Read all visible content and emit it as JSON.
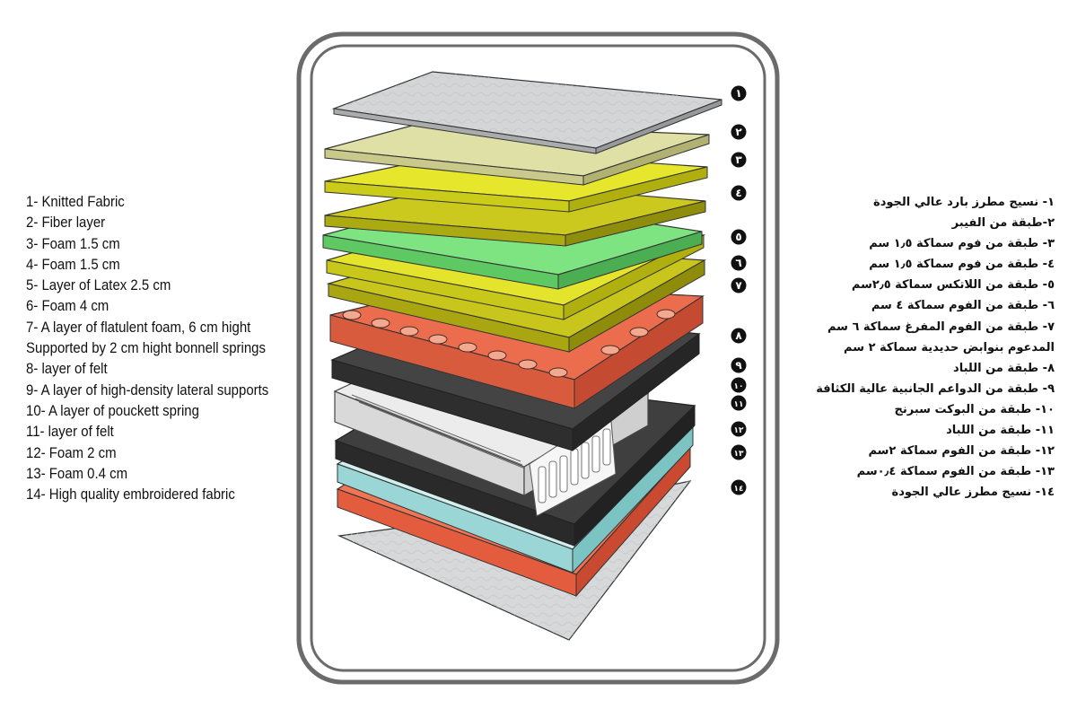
{
  "english_legend": [
    "1- Knitted Fabric",
    "2- Fiber layer",
    "3- Foam 1.5 cm",
    "4- Foam 1.5 cm",
    "5- Layer of Latex 2.5 cm",
    "6- Foam 4 cm",
    "7- A layer of flatulent foam, 6 cm hight",
    "Supported by 2 cm hight bonnell springs",
    "8- layer of felt",
    "9- A layer of high-density lateral supports",
    "10- A layer of pouckett spring",
    "11- layer of felt",
    "12- Foam 2 cm",
    "13- Foam 0.4 cm",
    "14- High quality embroidered fabric"
  ],
  "arabic_legend": [
    "١- نسيج مطرز بارد عالي الجودة",
    "٢-طبقة من الفيبر",
    "٣- طبقة من فوم سماكة ١٫٥ سم",
    "٤- طبقة من فوم سماكة ١٫٥ سم",
    "٥- طبقة من اللاتكس سماكة ٢٫٥سم",
    "٦- طبقة من الفوم سماكة ٤ سم",
    "٧- طبقة من الفوم المفرغ سماكة ٦ سم",
    "المدعوم بنوابض حديدية سماكة ٢ سم",
    "٨- طبقة من اللباد",
    "٩- طبقة من الدواعم الجانبية عالية الكثافة",
    "١٠- طبقة من البوكت سبرنج",
    "١١- طبقة من اللباد",
    "١٢- طبقة من الفوم سماكة ٢سم",
    "١٣- طبقة من الفوم سماكة ٠٫٤سم",
    "١٤- نسيج مطرز عالي الجودة"
  ],
  "badges": [
    "١",
    "٢",
    "٣",
    "٤",
    "٥",
    "٦",
    "٧",
    "٨",
    "٩",
    "١٠",
    "١١",
    "١٢",
    "١٣",
    "١٤"
  ],
  "colors": {
    "frame": "#6b6b6b",
    "badge": "#111111",
    "fabric": "#d4d6d8",
    "fiber": "#dfe0a4",
    "foam_yellow": "#e2e22a",
    "foam_olive": "#c9c81c",
    "latex": "#7ae07c",
    "bonnell_layer": "#e96a4c",
    "felt": "#3a3a3a",
    "side_supports": "#e6e6e6",
    "foam_2cm": "#cfeeee",
    "foam_04cm": "#ec6a4d"
  }
}
